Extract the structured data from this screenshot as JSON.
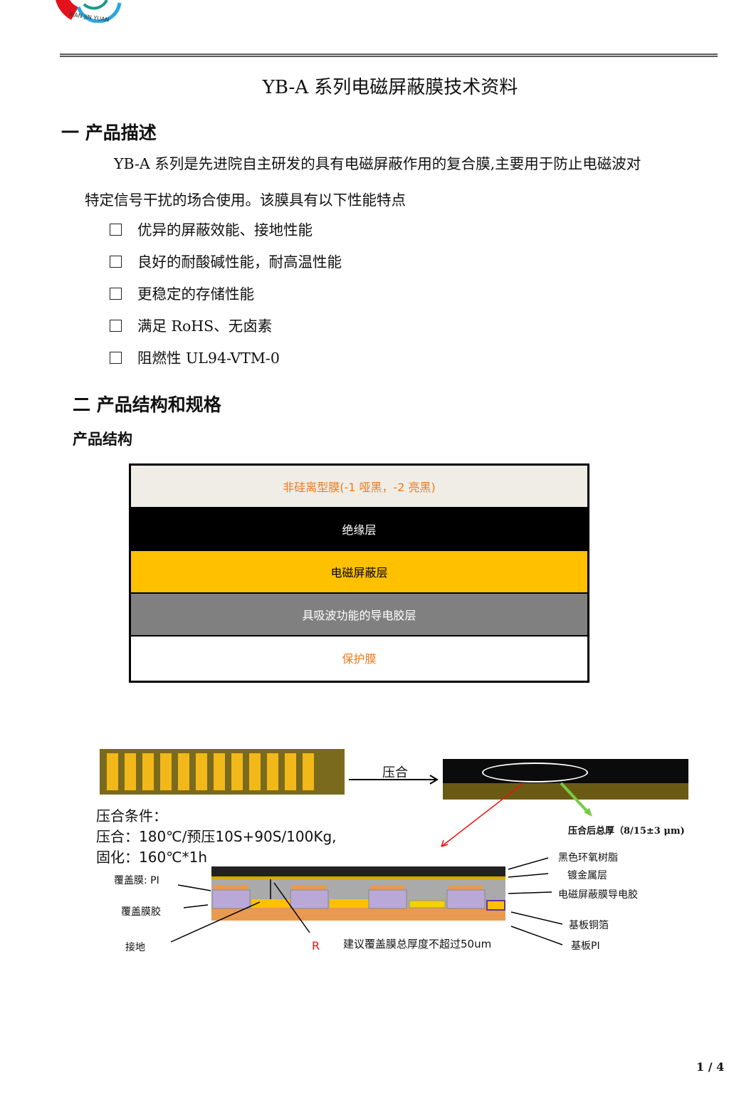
{
  "logo": {
    "text": "XIAN JIN YUAN"
  },
  "title": "YB-A 系列电磁屏蔽膜技术资料",
  "section1": {
    "heading": "一  产品描述",
    "para_line1": "YB-A 系列是先进院自主研发的具有电磁屏蔽作用的复合膜,主要用于防止电磁波对",
    "para_line2": "特定信号干扰的场合使用。该膜具有以下性能特点",
    "bullets": [
      "优异的屏蔽效能、接地性能",
      "良好的耐酸碱性能，耐高温性能",
      "更稳定的存储性能",
      "满足 RoHS、无卤素",
      "阻燃性 UL94-VTM-0"
    ]
  },
  "section2": {
    "heading": "二  产品结构和规格",
    "sub": "产品结构"
  },
  "layers": [
    {
      "label": "非硅离型膜(-1 哑黑，-2 亮黑)",
      "bg": "#efede6",
      "color": "#f07a1a"
    },
    {
      "label": "绝缘层",
      "bg": "#000000",
      "color": "#ffffff"
    },
    {
      "label": "电磁屏蔽层",
      "bg": "#ffc000",
      "color": "#000000"
    },
    {
      "label": "具吸波功能的导电胶层",
      "bg": "#808080",
      "color": "#ffffff"
    },
    {
      "label": "保护膜",
      "bg": "#ffffff",
      "color": "#f07a1a"
    }
  ],
  "figure": {
    "press_label": "压合",
    "cond_title": "压合条件：",
    "cond_press": "压合：180℃/预压10S+90S/100Kg,",
    "cond_cure": "固化：160℃*1h",
    "thickness": "压合后总厚（8/15±3 μm)",
    "left_labels": [
      "覆盖膜: PI",
      "覆盖膜胶",
      "接地"
    ],
    "right_labels": [
      "黑色环氧树脂",
      "镀金属层",
      "电磁屏蔽膜导电胶",
      "基板铜箔",
      "基板PI"
    ],
    "r_label": "R",
    "note": "建议覆盖膜总厚度不超过50um"
  },
  "page_number": "1 / 4"
}
